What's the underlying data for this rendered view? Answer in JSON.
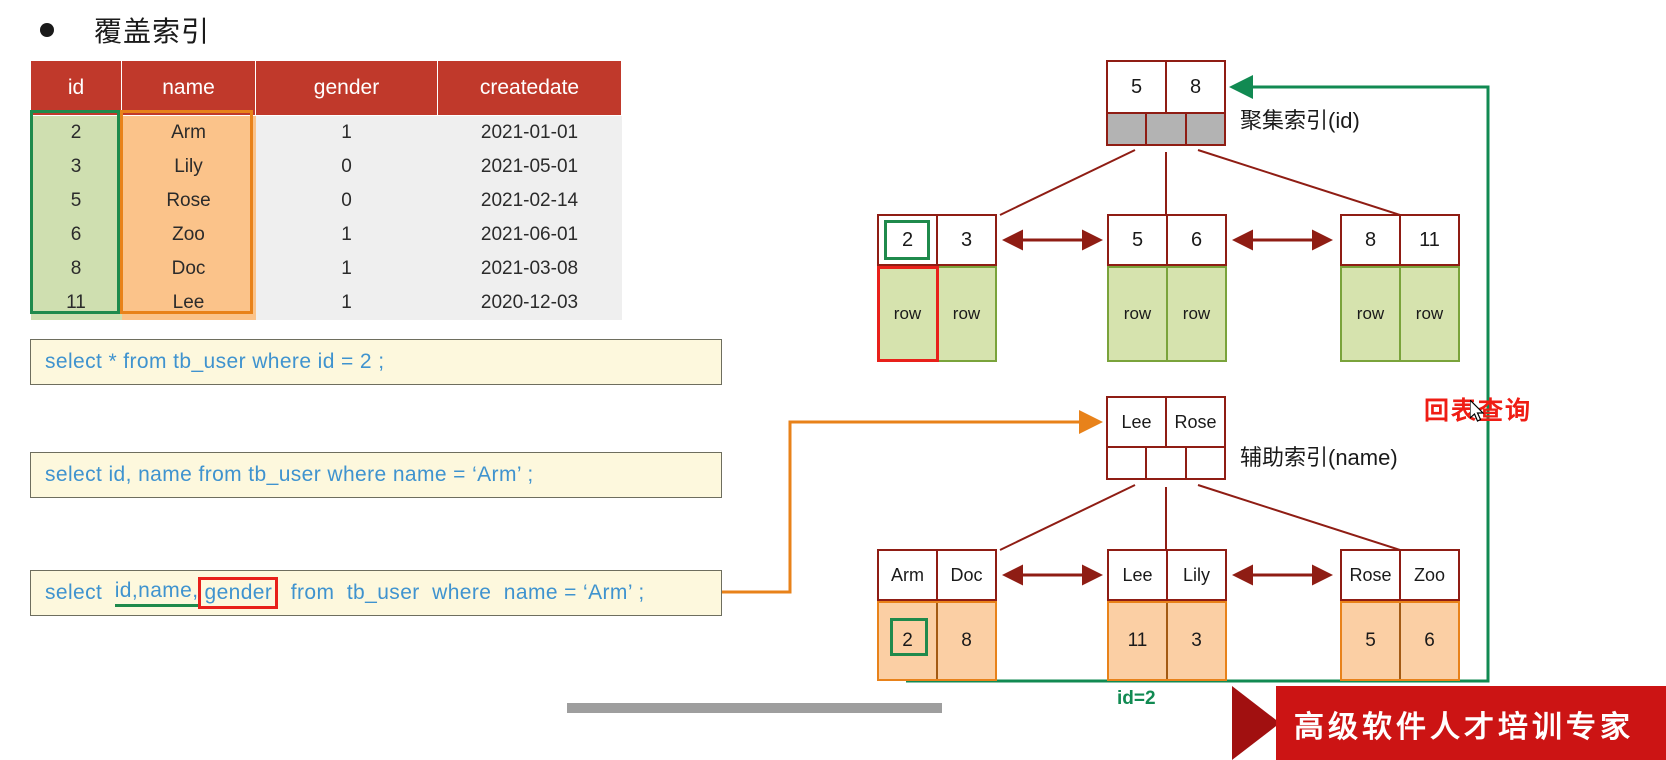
{
  "heading": {
    "bullet": "•",
    "text": "覆盖索引"
  },
  "table": {
    "columns": [
      "id",
      "name",
      "gender",
      "createdate"
    ],
    "rows": [
      {
        "id": "2",
        "name": "Arm",
        "gender": "1",
        "createdate": "2021-01-01"
      },
      {
        "id": "3",
        "name": "Lily",
        "gender": "0",
        "createdate": "2021-05-01"
      },
      {
        "id": "5",
        "name": "Rose",
        "gender": "0",
        "createdate": "2021-02-14"
      },
      {
        "id": "6",
        "name": "Zoo",
        "gender": "1",
        "createdate": "2021-06-01"
      },
      {
        "id": "8",
        "name": "Doc",
        "gender": "1",
        "createdate": "2021-03-08"
      },
      {
        "id": "11",
        "name": "Lee",
        "gender": "1",
        "createdate": "2020-12-03"
      }
    ],
    "highlight": {
      "id_column_color": "#1f8a4c",
      "name_column_color": "#e8821a"
    }
  },
  "sql": {
    "statement_1": "select *  from  tb_user  where  id  =  2 ;",
    "statement_2": "select  id, name  from  tb_user  where  name = ‘Arm’ ;",
    "statement_3": {
      "part_a": "select  ",
      "underlined": "id,name,",
      "boxed": "gender",
      "part_b": "  from  tb_user  where  name = ‘Arm’ ;"
    }
  },
  "clustered_index": {
    "label": "聚集索引(id)",
    "root": {
      "keys": [
        "5",
        "8"
      ],
      "pointer_cells": 3
    },
    "leaves": [
      {
        "keys": [
          "2",
          "3"
        ],
        "data": [
          "row",
          "row"
        ]
      },
      {
        "keys": [
          "5",
          "6"
        ],
        "data": [
          "row",
          "row"
        ]
      },
      {
        "keys": [
          "8",
          "11"
        ],
        "data": [
          "row",
          "row"
        ]
      }
    ],
    "highlighted_key": "2",
    "highlighted_data": "row"
  },
  "secondary_index": {
    "label": "辅助索引(name)",
    "root": {
      "keys": [
        "Lee",
        "Rose"
      ],
      "pointer_cells": 3
    },
    "leaves": [
      {
        "keys": [
          "Arm",
          "Doc"
        ],
        "ids": [
          "2",
          "8"
        ]
      },
      {
        "keys": [
          "Lee",
          "Lily"
        ],
        "ids": [
          "11",
          "3"
        ]
      },
      {
        "keys": [
          "Rose",
          "Zoo"
        ],
        "ids": [
          "5",
          "6"
        ]
      }
    ],
    "highlighted_id": "2"
  },
  "annotations": {
    "back_to_table_query": "回表查询",
    "id_equals": "id=2",
    "colors": {
      "green_arrow": "#118a52",
      "orange_arrow": "#e8821a",
      "dark_red_arrow": "#8f1d14",
      "red_text": "#ef1d14"
    }
  },
  "footer": {
    "banner_text": "高级软件人才培训专家"
  }
}
